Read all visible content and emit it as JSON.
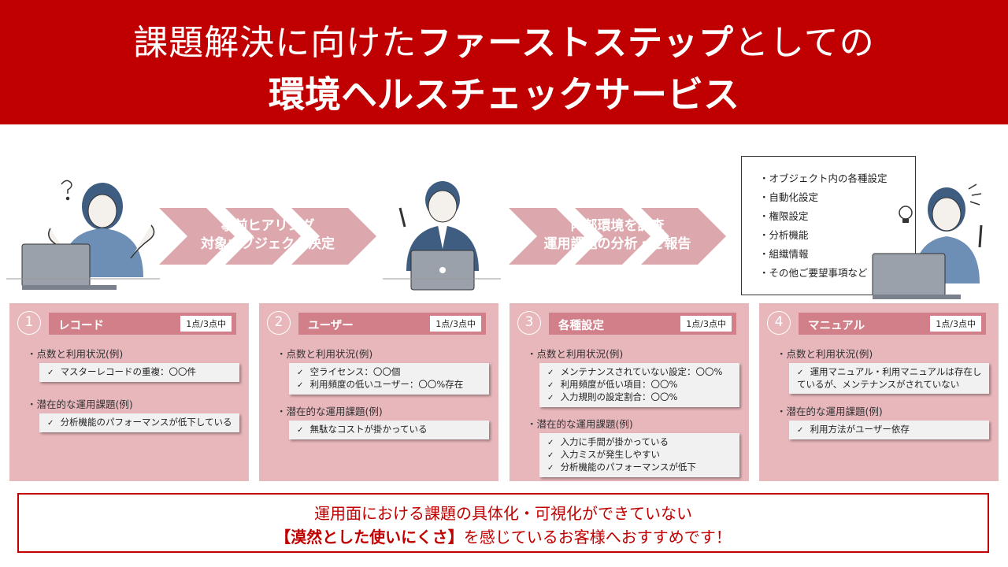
{
  "header": {
    "line1_pre": "課題解決に向けた",
    "line1_bold": "ファーストステップ",
    "line1_post": "としての",
    "line2": "環境ヘルスチェックサービス"
  },
  "flow": {
    "step1_lines": [
      "事前ヒアリング",
      "対象オブジェクト決定"
    ],
    "step2_lines": [
      "内部環境を調査",
      "運用課題の分析・ご報告"
    ]
  },
  "report_items": [
    "オブジェクト内の各種設定",
    "自動化設定",
    "権限設定",
    "分析機能",
    "組織情報",
    "その他ご要望事項など"
  ],
  "cards": [
    {
      "num": "1",
      "title": "レコード",
      "badge": "1点/3点中",
      "section1": "点数と利用状況(例)",
      "checks1": [
        "マスターレコードの重複：〇〇件"
      ],
      "section2": "潜在的な運用課題(例)",
      "checks2": [
        "分析機能のパフォーマンスが低下している"
      ]
    },
    {
      "num": "2",
      "title": "ユーザー",
      "badge": "1点/3点中",
      "section1": "点数と利用状況(例)",
      "checks1": [
        "空ライセンス：〇〇個",
        "利用頻度の低いユーザー：〇〇%存在"
      ],
      "section2": "潜在的な運用課題(例)",
      "checks2": [
        "無駄なコストが掛かっている"
      ]
    },
    {
      "num": "3",
      "title": "各種設定",
      "badge": "1点/3点中",
      "section1": "点数と利用状況(例)",
      "checks1": [
        "メンテナンスされていない設定：〇〇%",
        "利用頻度が低い項目：〇〇%",
        "入力規則の設定割合：〇〇%"
      ],
      "section2": "潜在的な運用課題(例)",
      "checks2": [
        "入力に手間が掛かっている",
        "入力ミスが発生しやすい",
        "分析機能のパフォーマンスが低下"
      ]
    },
    {
      "num": "4",
      "title": "マニュアル",
      "badge": "1点/3点中",
      "section1": "点数と利用状況(例)",
      "checks1": [
        "運用マニュアル・利用マニュアルは存在しているが、メンテナンスがされていない"
      ],
      "section2": "潜在的な運用課題(例)",
      "checks2": [
        "利用方法がユーザー依存"
      ]
    }
  ],
  "bottom": {
    "line1": "運用面における課題の具体化・可視化ができていない",
    "line2_em": "【漠然とした使いにくさ】",
    "line2_rest": "を感じているお客様へおすすめです！"
  },
  "colors": {
    "header_bg": "#c00000",
    "card_bg": "#e8b7bc",
    "card_title_bg": "#d1808a",
    "arrow": "#dca8ae",
    "person_blue": "#6d8fb5"
  }
}
